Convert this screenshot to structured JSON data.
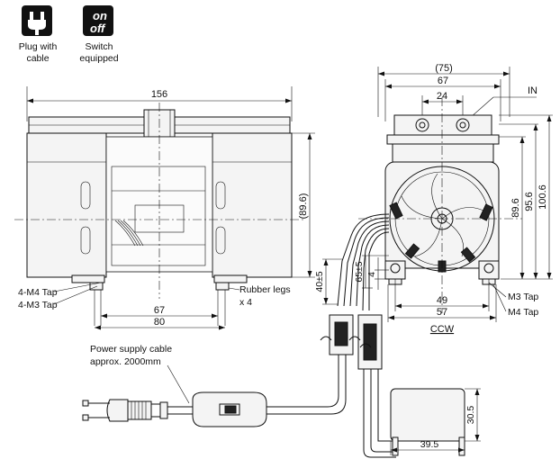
{
  "icons": {
    "plug": {
      "name": "plug-icon",
      "caption_line1": "Plug with",
      "caption_line2": "cable"
    },
    "switch": {
      "name": "switch-icon",
      "text_top": "on",
      "text_bottom": "off",
      "caption_line1": "Switch",
      "caption_line2": "equipped"
    }
  },
  "front_view": {
    "width_overall": "156",
    "height": "(89.6)",
    "mount_pitch_inner": "67",
    "mount_pitch_outer": "80",
    "tap_m4": "4-M4 Tap",
    "tap_m3": "4-M3 Tap",
    "rubber_legs_line1": "Rubber legs",
    "rubber_legs_line2": "x 4"
  },
  "side_view": {
    "width_ref": "(75)",
    "width_top": "67",
    "port_pitch": "24",
    "inlet_label": "IN",
    "height_1": "89.6",
    "height_2": "95.6",
    "height_3": "100.6",
    "leg_height": "4",
    "base_inner": "49",
    "base_outer": "57",
    "tap_m3": "M3 Tap",
    "tap_m4": "M4 Tap",
    "rotation": "CCW",
    "cable_len_a": "40±5",
    "cable_len_b": "65±5"
  },
  "power": {
    "cable_line1": "Power supply cable",
    "cable_line2": "approx. 2000mm"
  },
  "capacitor": {
    "height": "30.5",
    "width": "39.5"
  }
}
